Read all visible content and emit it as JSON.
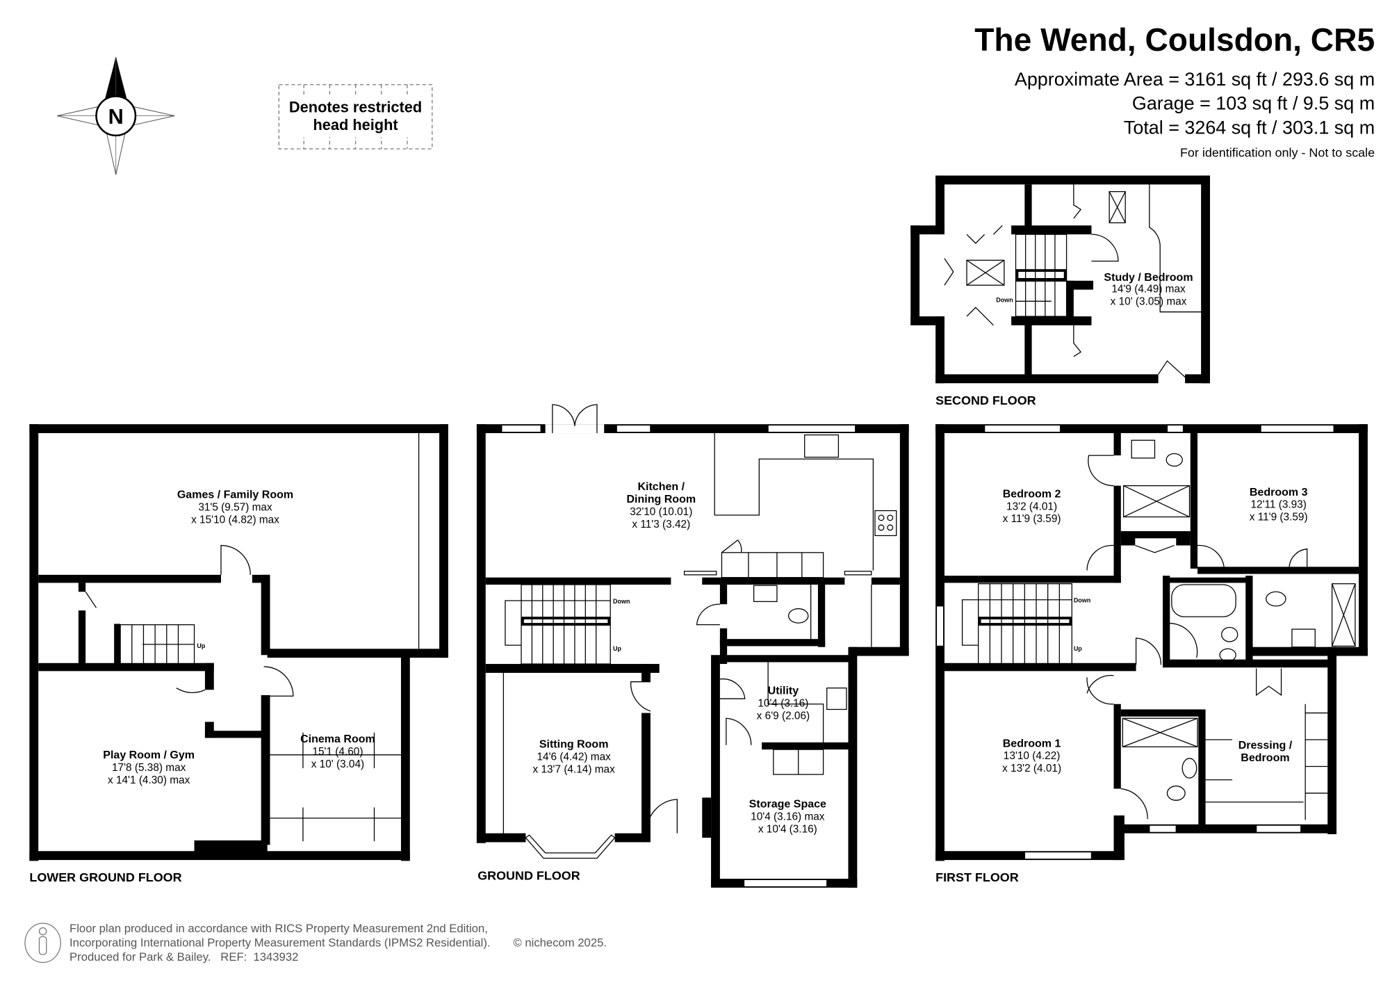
{
  "header": {
    "title": "The Wend, Coulsdon, CR5",
    "approx_area": "Approximate Area = 3161 sq ft / 293.6 sq m",
    "garage": "Garage = 103 sq ft / 9.5 sq m",
    "total": "Total = 3264 sq ft / 303.1 sq m",
    "note": "For identification only - Not to scale"
  },
  "compass": {
    "letter": "N",
    "icon": "north-compass-icon"
  },
  "legend": {
    "line1": "Denotes restricted",
    "line2": "head height"
  },
  "floors": {
    "lower_ground": {
      "label": "LOWER GROUND FLOOR",
      "stairs": "Up",
      "rooms": [
        {
          "name": "Games / Family Room",
          "dim1": "31'5 (9.57) max",
          "dim2": "x 15'10 (4.82) max"
        },
        {
          "name": "Play Room / Gym",
          "dim1": "17'8 (5.38) max",
          "dim2": "x 14'1 (4.30) max"
        },
        {
          "name": "Cinema Room",
          "dim1": "15'1 (4.60)",
          "dim2": "x 10' (3.04)"
        }
      ]
    },
    "ground": {
      "label": "GROUND FLOOR",
      "stairs_down": "Down",
      "stairs_up": "Up",
      "rooms": [
        {
          "name1": "Kitchen /",
          "name2": "Dining Room",
          "dim1": "32'10 (10.01)",
          "dim2": "x 11'3 (3.42)"
        },
        {
          "name": "Sitting Room",
          "dim1": "14'6 (4.42) max",
          "dim2": "x 13'7 (4.14) max"
        },
        {
          "name": "Utility",
          "dim1": "10'4 (3.16)",
          "dim2": "x 6'9 (2.06)"
        },
        {
          "name": "Storage Space",
          "dim1": "10'4 (3.16) max",
          "dim2": "x 10'4 (3.16)"
        }
      ]
    },
    "first": {
      "label": "FIRST FLOOR",
      "stairs_down": "Down",
      "stairs_up": "Up",
      "rooms": [
        {
          "name": "Bedroom 2",
          "dim1": "13'2 (4.01)",
          "dim2": "x 11'9 (3.59)"
        },
        {
          "name": "Bedroom 3",
          "dim1": "12'11 (3.93)",
          "dim2": "x 11'9 (3.59)"
        },
        {
          "name": "Bedroom 1",
          "dim1": "13'10 (4.22)",
          "dim2": "x 13'2 (4.01)"
        },
        {
          "name1": "Dressing /",
          "name2": "Bedroom"
        }
      ]
    },
    "second": {
      "label": "SECOND FLOOR",
      "stairs": "Down",
      "rooms": [
        {
          "name": "Study / Bedroom",
          "dim1": "14'9 (4.49) max",
          "dim2": "x 10' (3.05) max"
        }
      ]
    }
  },
  "footer": {
    "line1": "Floor plan produced in accordance with RICS Property Measurement 2nd Edition,",
    "line2": "Incorporating International Property Measurement Standards (IPMS2 Residential).",
    "copyright": "© nichecom 2025.",
    "line3": "Produced for Park & Bailey.   REF:  1343932",
    "icon": "rics-person-icon"
  }
}
